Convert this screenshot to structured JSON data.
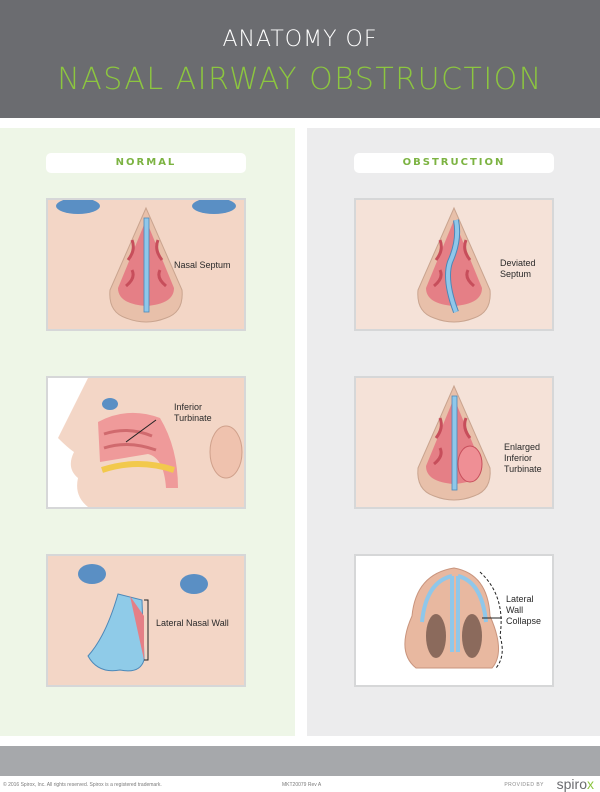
{
  "header": {
    "title_line1": "ANATOMY OF",
    "title_line2": "NASAL AIRWAY OBSTRUCTION"
  },
  "columns": {
    "normal": {
      "heading": "NORMAL",
      "panels": [
        {
          "label": "Nasal Septum"
        },
        {
          "label_lines": [
            "Inferior",
            "Turbinate"
          ]
        },
        {
          "label": "Lateral Nasal Wall"
        }
      ]
    },
    "obstruction": {
      "heading": "OBSTRUCTION",
      "panels": [
        {
          "label_lines": [
            "Deviated",
            "Septum"
          ]
        },
        {
          "label_lines": [
            "Enlarged",
            "Inferior",
            "Turbinate"
          ]
        },
        {
          "label_lines": [
            "Lateral",
            "Wall",
            "Collapse"
          ]
        }
      ]
    }
  },
  "footer": {
    "copyright": "© 2016 Spirox, Inc. All rights reserved. Spirox is a registered trademark.",
    "doc_id": "MKT20079 Rev A",
    "provided_by": "PROVIDED BY",
    "logo_main": "spiro",
    "logo_accent": "x"
  },
  "colors": {
    "header_bg": "#6b6c70",
    "accent_green": "#8cc63f",
    "normal_bg": "#eef6e7",
    "obstruction_bg": "#ececed",
    "footer_bar": "#a6a8ab"
  }
}
